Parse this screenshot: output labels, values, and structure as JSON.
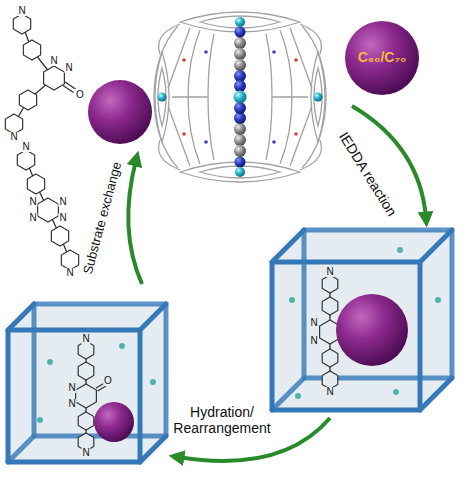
{
  "diagram": {
    "nodes": [
      {
        "text": [
          "C₆₀/C₇₀"
        ]
      }
    ],
    "labels": [
      "N",
      "N",
      "N",
      "O",
      "N",
      "N",
      "N",
      "N",
      "N",
      "N",
      "N",
      "IEDDA reaction",
      "Substrate exchange",
      "N",
      "N",
      "N",
      "N",
      "N",
      "N",
      "O",
      "N",
      "N",
      "Hydration/ Rearrangement"
    ]
  }
}
